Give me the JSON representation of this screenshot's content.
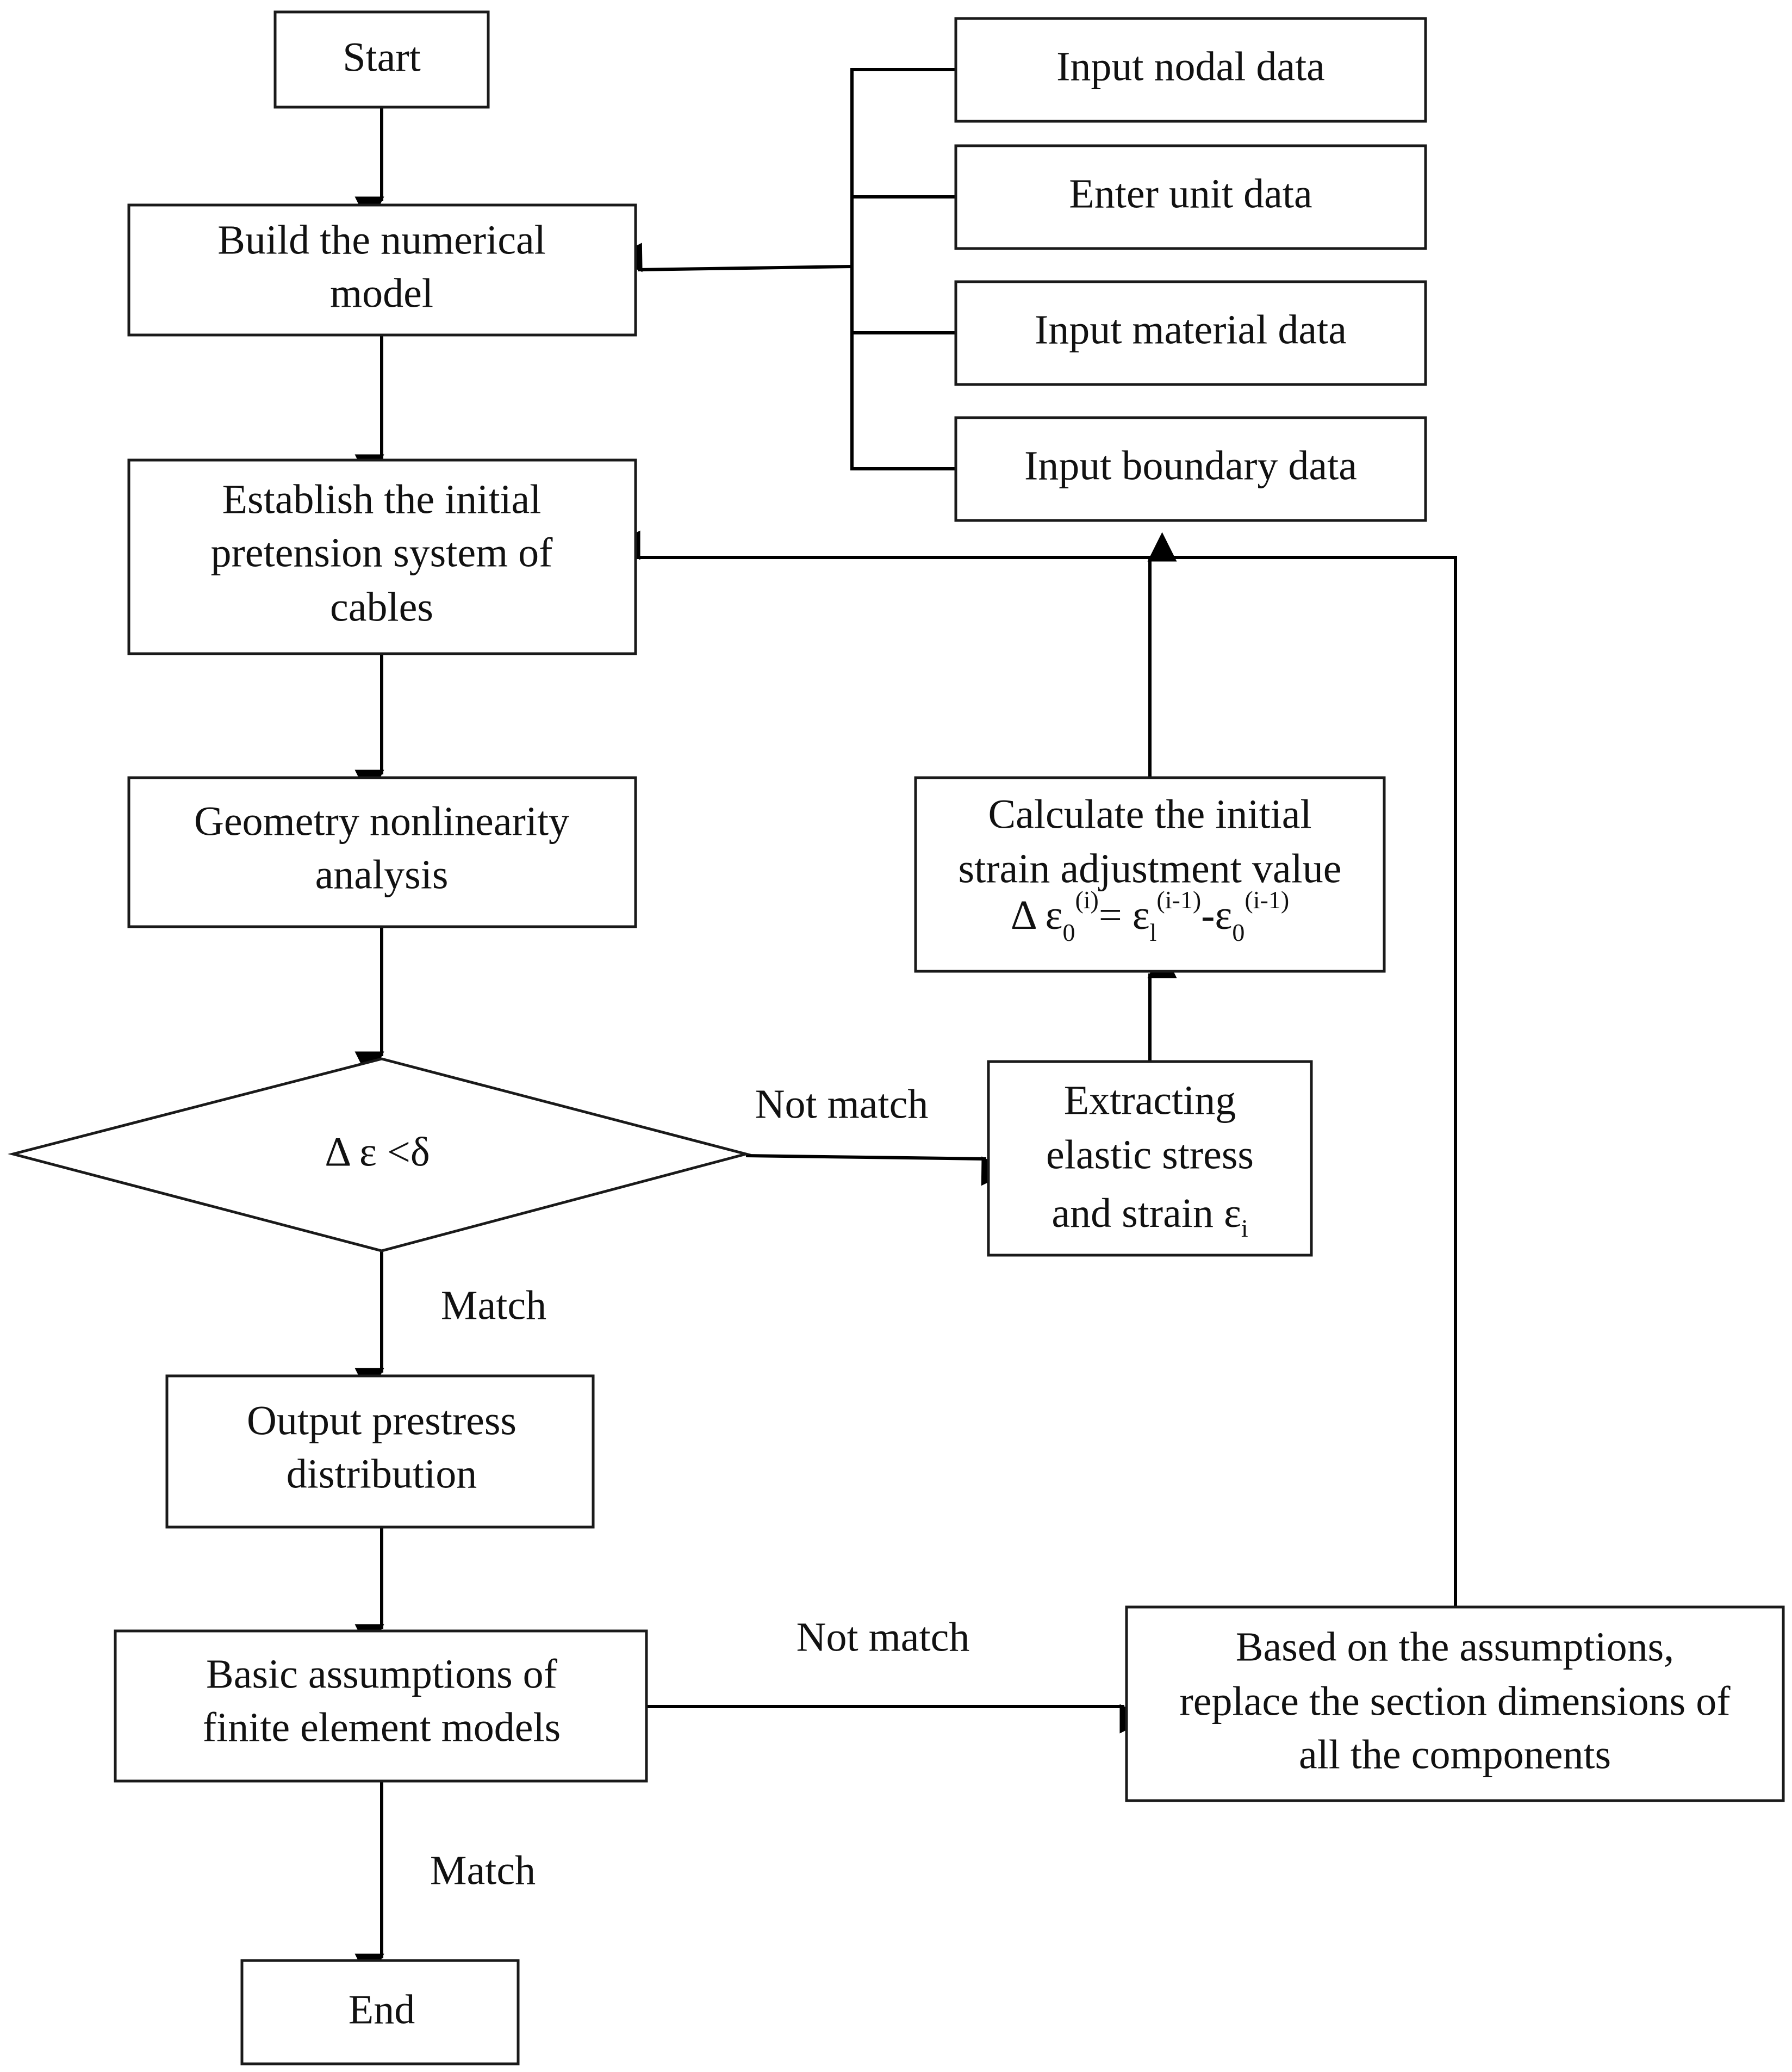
{
  "nodes": {
    "start": "Start",
    "build_model": [
      "Build the numerical",
      "model"
    ],
    "input_nodal": "Input nodal data",
    "enter_unit": "Enter unit data",
    "input_material": "Input material data",
    "input_boundary": "Input boundary data",
    "establish": [
      "Establish the initial",
      "pretension system of",
      "cables"
    ],
    "geometry": [
      "Geometry nonlinearity",
      "analysis"
    ],
    "decision": "Δ ε <δ",
    "calculate": [
      "Calculate the initial",
      "strain adjustment value"
    ],
    "formula": {
      "delta": "Δ ε",
      "s0a": "0",
      "sup_i": "(i)",
      "eq": "= ε",
      "sl": "l",
      "sup_i1a": "(i-1)",
      "minus": "-ε",
      "s0b": "0",
      "sup_i1b": "(i-1)"
    },
    "extracting": {
      "line1": "Extracting",
      "line2": "elastic stress",
      "line3": "and strain ε",
      "line3_sub": "i"
    },
    "output": [
      "Output prestress",
      "distribution"
    ],
    "basic": [
      "Basic assumptions of",
      "finite element models"
    ],
    "based": [
      "Based on the assumptions,",
      "replace the section dimensions of",
      "all the components"
    ],
    "end": "End"
  },
  "edge_labels": {
    "not_match_1": "Not match",
    "match_1": "Match",
    "not_match_2": "Not match",
    "match_2": "Match"
  }
}
